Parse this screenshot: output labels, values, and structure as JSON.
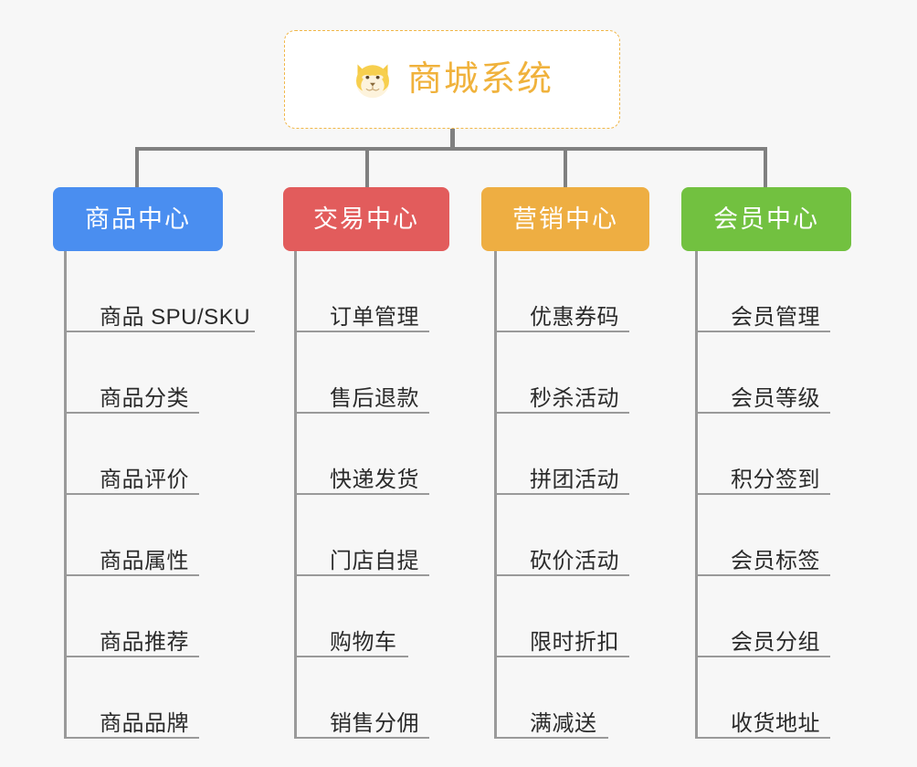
{
  "diagram": {
    "type": "mindmap",
    "title": "商城系统",
    "root": {
      "label": "商城系统",
      "icon": "shiba-dog-icon",
      "text_color": "#f0b23c",
      "border_color": "#f0b648",
      "background": "#ffffff"
    },
    "connector_color": "#808080",
    "background": "#f7f7f7",
    "branches": [
      {
        "label": "商品中心",
        "color": "#4a8ef0",
        "items": [
          "商品 SPU/SKU",
          "商品分类",
          "商品评价",
          "商品属性",
          "商品推荐",
          "商品品牌"
        ]
      },
      {
        "label": "交易中心",
        "color": "#e25c5c",
        "items": [
          "订单管理",
          "售后退款",
          "快递发货",
          "门店自提",
          "购物车",
          "销售分佣"
        ]
      },
      {
        "label": "营销中心",
        "color": "#eeae42",
        "items": [
          "优惠券码",
          "秒杀活动",
          "拼团活动",
          "砍价活动",
          "限时折扣",
          "满减送"
        ]
      },
      {
        "label": "会员中心",
        "color": "#72c140",
        "items": [
          "会员管理",
          "会员等级",
          "积分签到",
          "会员标签",
          "会员分组",
          "收货地址"
        ]
      }
    ]
  }
}
